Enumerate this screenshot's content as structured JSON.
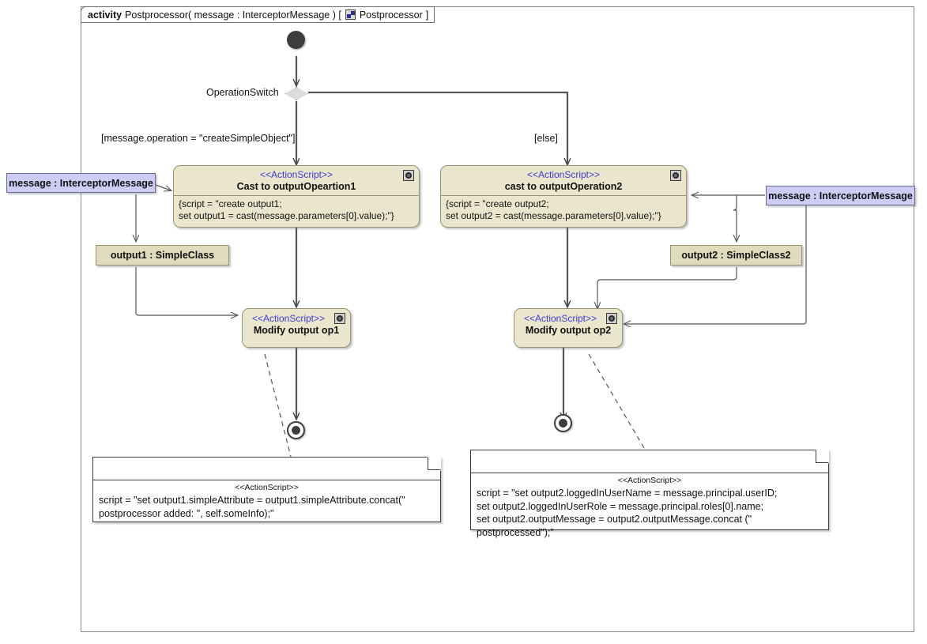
{
  "frame": {
    "keyword": "activity",
    "signature": "Postprocessor( message : InterceptorMessage ) [",
    "icon": "class-diagram-icon",
    "diagram_name": "Postprocessor",
    "close_bracket": "]"
  },
  "decision": {
    "label": "OperationSwitch",
    "guard_left": "[message.operation = \"createSimpleObject\"]",
    "guard_right": "[else]"
  },
  "actions": [
    {
      "stereotype": "<<ActionScript>>",
      "name": "Cast to outputOpeartion1",
      "body": "{script = \"create output1;\nset output1 = cast(message.parameters[0].value);\"}",
      "icon": "action-script-icon"
    },
    {
      "stereotype": "<<ActionScript>>",
      "name": "cast to outputOperation2",
      "body": "{script = \"create output2;\nset output2 = cast(message.parameters[0].value);\"}",
      "icon": "action-script-icon"
    },
    {
      "stereotype": "<<ActionScript>>",
      "name": "Modify output op1",
      "icon": "action-script-icon"
    },
    {
      "stereotype": "<<ActionScript>>",
      "name": "Modify output op2",
      "icon": "action-script-icon"
    }
  ],
  "pins": [
    {
      "label": "message : InterceptorMessage"
    },
    {
      "label": "message : InterceptorMessage"
    }
  ],
  "object_nodes": [
    {
      "label": "output1 : SimpleClass"
    },
    {
      "label": "output2 : SimpleClass2"
    }
  ],
  "notes": [
    {
      "stereotype": "<<ActionScript>>",
      "text": "script = \"set output1.simpleAttribute = output1.simpleAttribute.concat(\"\npostprocessor added: \", self.someInfo);\""
    },
    {
      "stereotype": "<<ActionScript>>",
      "text": "script = \"set output2.loggedInUserName = message.principal.userID;\nset output2.loggedInUserRole = message.principal.roles[0].name;\nset output2.outputMessage = output2.outputMessage.concat (\" postprocessed\");\""
    }
  ],
  "colors": {
    "action_fill": "#e9e6cd",
    "action_border": "#9a9472",
    "pin_fill": "#ccccf5",
    "object_fill": "#dedcbd",
    "stereotype_text": "#3b3bd0",
    "edge": "#555555",
    "decision_fill": "#dcdcdc"
  }
}
